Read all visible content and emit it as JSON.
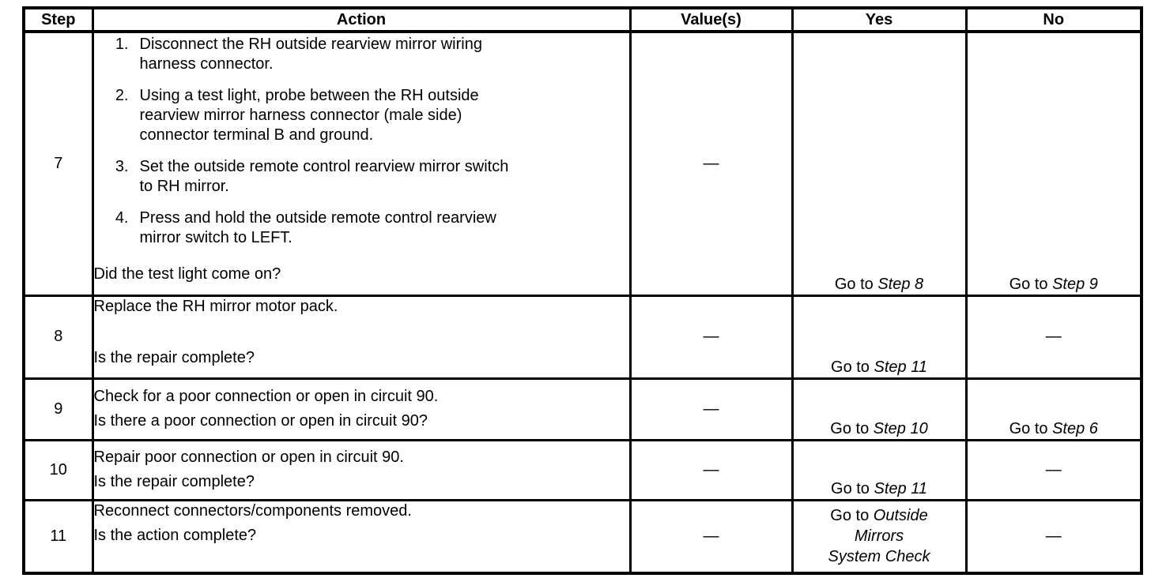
{
  "headers": {
    "step": "Step",
    "action": "Action",
    "values": "Value(s)",
    "yes": "Yes",
    "no": "No"
  },
  "rows": [
    {
      "step": "7",
      "items": [
        {
          "num": "1.",
          "text": "Disconnect the RH outside rearview mirror wiring harness connector."
        },
        {
          "num": "2.",
          "text": "Using a test light, probe between the RH outside rearview mirror harness connector (male side) connector terminal B and ground."
        },
        {
          "num": "3.",
          "text": "Set the outside remote control rearview mirror switch to RH mirror."
        },
        {
          "num": "4.",
          "text": "Press and hold the outside remote control rearview mirror switch to LEFT."
        }
      ],
      "question": "Did the test light come on?",
      "value": "—",
      "yes": {
        "prefix": "Go to ",
        "target": "Step 8"
      },
      "no": {
        "prefix": "Go to ",
        "target": "Step 9"
      }
    },
    {
      "step": "8",
      "statement": "Replace the RH mirror motor pack.",
      "question": "Is the repair complete?",
      "value": "—",
      "yes": {
        "prefix": "Go to ",
        "target": "Step 11"
      },
      "no": {
        "text": "—"
      }
    },
    {
      "step": "9",
      "statement": "Check for a poor connection or open in circuit 90.",
      "question": "Is there a poor connection or open in circuit 90?",
      "value": "—",
      "yes": {
        "prefix": "Go to ",
        "target": "Step 10"
      },
      "no": {
        "prefix": "Go to ",
        "target": "Step 6"
      }
    },
    {
      "step": "10",
      "statement": "Repair poor connection or open in circuit 90.",
      "question": "Is the repair complete?",
      "value": "—",
      "yes": {
        "prefix": "Go to ",
        "target": "Step 11"
      },
      "no": {
        "text": "—"
      }
    },
    {
      "step": "11",
      "statement": "Reconnect connectors/components removed.",
      "question": "Is the action complete?",
      "value": "—",
      "yes": {
        "prefix": "Go to ",
        "target": "Outside Mirrors System Check"
      },
      "no": {
        "text": "—"
      }
    }
  ]
}
